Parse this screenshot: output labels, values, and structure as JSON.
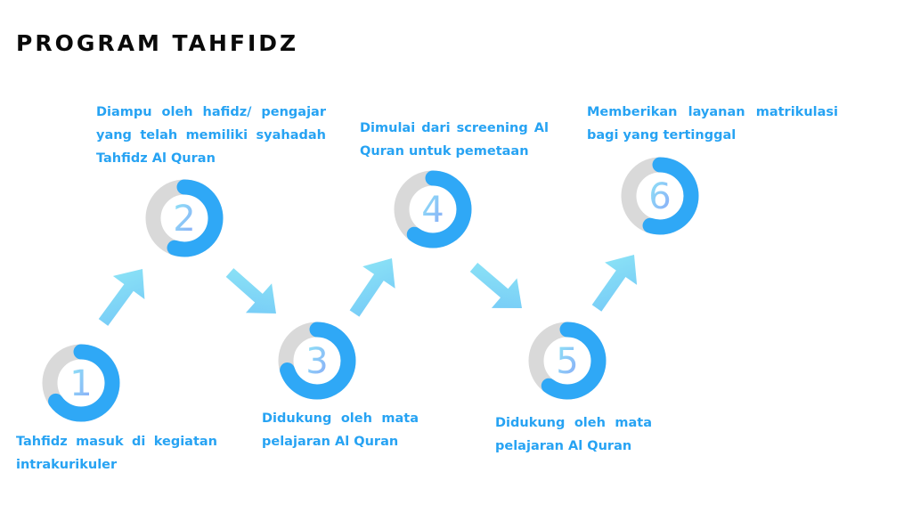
{
  "title": "PROGRAM TAHFIDZ",
  "colors": {
    "ring_active": "#2fa8f6",
    "ring_track": "#d9d9d9",
    "text_blue": "#27a3f3",
    "arrow_light": "#8ee6f6",
    "arrow_mid": "#74c8f7",
    "arrow_dark": "#8aa7f8"
  },
  "steps": [
    {
      "number": "1",
      "progress": 0.65,
      "text": "Tahfidz masuk di kegiatan intrakurikuler"
    },
    {
      "number": "2",
      "progress": 0.55,
      "text": "Diampu oleh hafidz/ pengajar yang telah memiliki syahadah Tahfidz Al Quran"
    },
    {
      "number": "3",
      "progress": 0.7,
      "text": "Didukung oleh mata pelajaran Al Quran"
    },
    {
      "number": "4",
      "progress": 0.6,
      "text": "Dimulai dari screening Al Quran untuk pemetaan"
    },
    {
      "number": "5",
      "progress": 0.6,
      "text": "Didukung oleh mata pelajaran Al Quran"
    },
    {
      "number": "6",
      "progress": 0.55,
      "text": "Memberikan layanan matrikulasi bagi yang tertinggal"
    }
  ],
  "arrows": [
    {
      "from": "1",
      "to": "2",
      "direction": "up-right"
    },
    {
      "from": "2",
      "to": "3",
      "direction": "down-right"
    },
    {
      "from": "3",
      "to": "4",
      "direction": "up-right"
    },
    {
      "from": "4",
      "to": "5",
      "direction": "down-right"
    },
    {
      "from": "5",
      "to": "6",
      "direction": "up-right"
    }
  ]
}
